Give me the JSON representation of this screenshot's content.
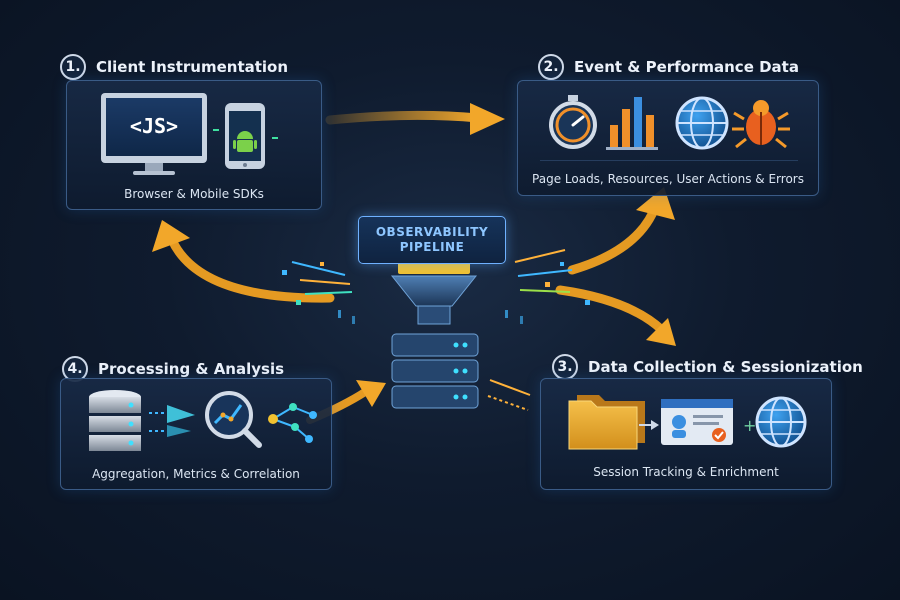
{
  "stages": [
    {
      "number": "1.",
      "title": "Client Instrumentation",
      "caption": "Browser & Mobile SDKs"
    },
    {
      "number": "2.",
      "title": "Event & Performance Data",
      "caption": "Page Loads, Resources, User Actions & Errors"
    },
    {
      "number": "3.",
      "title": "Data Collection & Sessionization",
      "caption": "Session Tracking & Enrichment"
    },
    {
      "number": "4.",
      "title": "Processing & Analysis",
      "caption": "Aggregation, Metrics & Correlation"
    }
  ],
  "pipeline": {
    "line1": "OBSERVABILITY",
    "line2": "PIPELINE"
  },
  "code_badge": "<JS>",
  "colors": {
    "arrow": "#f2a72a",
    "panel_border": "#3a5b86",
    "accent_blue": "#3b8fe0",
    "accent_orange": "#f0902a"
  }
}
